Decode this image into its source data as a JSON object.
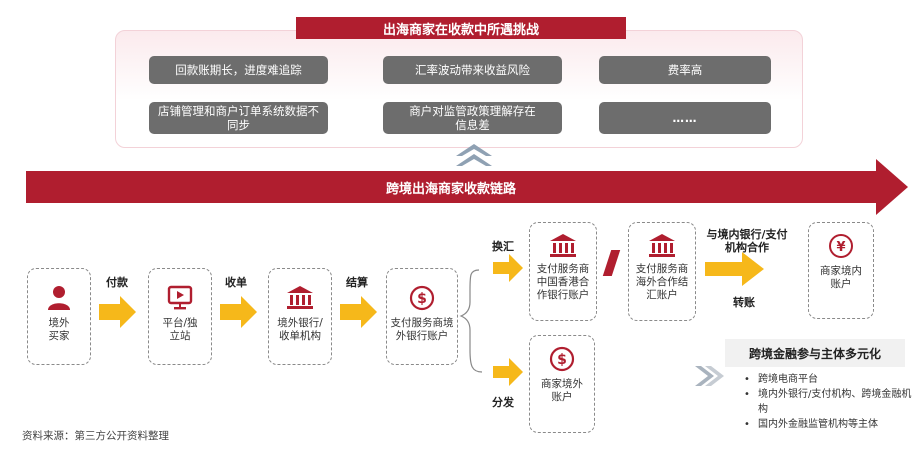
{
  "title": "出海商家在收款中所遇挑战",
  "challenges": [
    "回款账期长，进度难追踪",
    "汇率波动带来收益风险",
    "费率高",
    "店铺管理和商户订单系统数据不同步",
    "商户对监管政策理解存在信息差",
    "……"
  ],
  "chain_title": "跨境出海商家收款链路",
  "nodes": {
    "buyer": "境外买家",
    "platform": "平台/独立站",
    "bank": "境外银行/收单机构",
    "psp_overseas": "支付服务商境外银行账户",
    "hk_coop": "支付服务商中国香港合作银行账户",
    "overseas_settle": "支付服务商海外合作结汇账户",
    "domestic_top": "商家境内账户",
    "domestic_bottom": "商家境外账户"
  },
  "arrows": {
    "pay": "付款",
    "acquire": "收单",
    "settle": "结算",
    "exchange": "换汇",
    "distribute": "分发",
    "cooperate": "与境内银行/支付机构合作",
    "transfer": "转账"
  },
  "info": {
    "heading": "跨境金融参与主体多元化",
    "items": [
      "跨境电商平台",
      "境内外银行/支付机构、跨境金融机构",
      "国内外金融监管机构等主体"
    ]
  },
  "source": "资料来源：第三方公开资料整理",
  "colors": {
    "brand_red": "#b01e2f",
    "arrow_yellow": "#f6b81a",
    "challenge_gray": "#6d6d6d"
  }
}
